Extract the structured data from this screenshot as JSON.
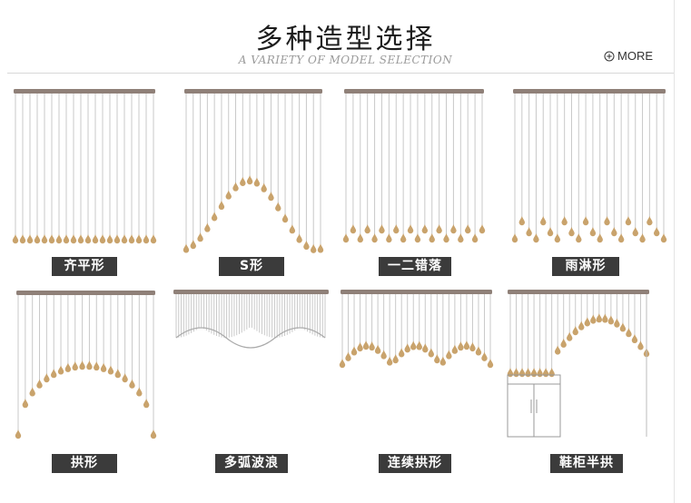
{
  "header": {
    "title": "多种造型选择",
    "subtitle": "A VARIETY OF MODEL SELECTION",
    "more_label": "MORE"
  },
  "colors": {
    "rod": "#8f8078",
    "string": "#c9c9c9",
    "bead": "#c9a36c",
    "label_bg": "#3b3b3b",
    "label_text": "#ffffff"
  },
  "icons": {
    "more": "circle-plus-icon"
  },
  "styles": [
    {
      "name": "齐平形",
      "shape": "flat"
    },
    {
      "name": "S形",
      "shape": "s-curve"
    },
    {
      "name": "一二错落",
      "shape": "staggered-two"
    },
    {
      "name": "雨淋形",
      "shape": "rain"
    },
    {
      "name": "拱形",
      "shape": "arch"
    },
    {
      "name": "多弧波浪",
      "shape": "multi-arc-wave"
    },
    {
      "name": "连续拱形",
      "shape": "continuous-arch"
    },
    {
      "name": "鞋柜半拱",
      "shape": "cabinet-half-arch"
    }
  ]
}
